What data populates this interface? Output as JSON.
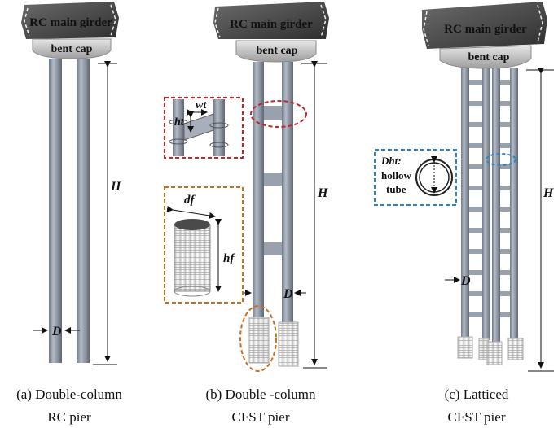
{
  "labels": {
    "girder": "RC main girder",
    "bent_cap": "bent cap",
    "H": "H",
    "D": "D",
    "wt": "wt",
    "ht": "ht",
    "df": "df",
    "hf": "hf",
    "dht_title": "Dht:",
    "dht_line1": "hollow",
    "dht_line2": "tube"
  },
  "captions": {
    "a_line1": "(a) Double-column",
    "a_line2": "RC pier",
    "b_line1": "(b) Double -column",
    "b_line2": "CFST pier",
    "c_line1": "(c) Latticed",
    "c_line2": "CFST pier"
  },
  "colors": {
    "girder": "#4a4a4a",
    "cap": "#bdbdbd",
    "column": "#8c95a4",
    "red_callout": "#c0282d",
    "orange_callout": "#c8701e",
    "blue_callout": "#2a86c8"
  }
}
